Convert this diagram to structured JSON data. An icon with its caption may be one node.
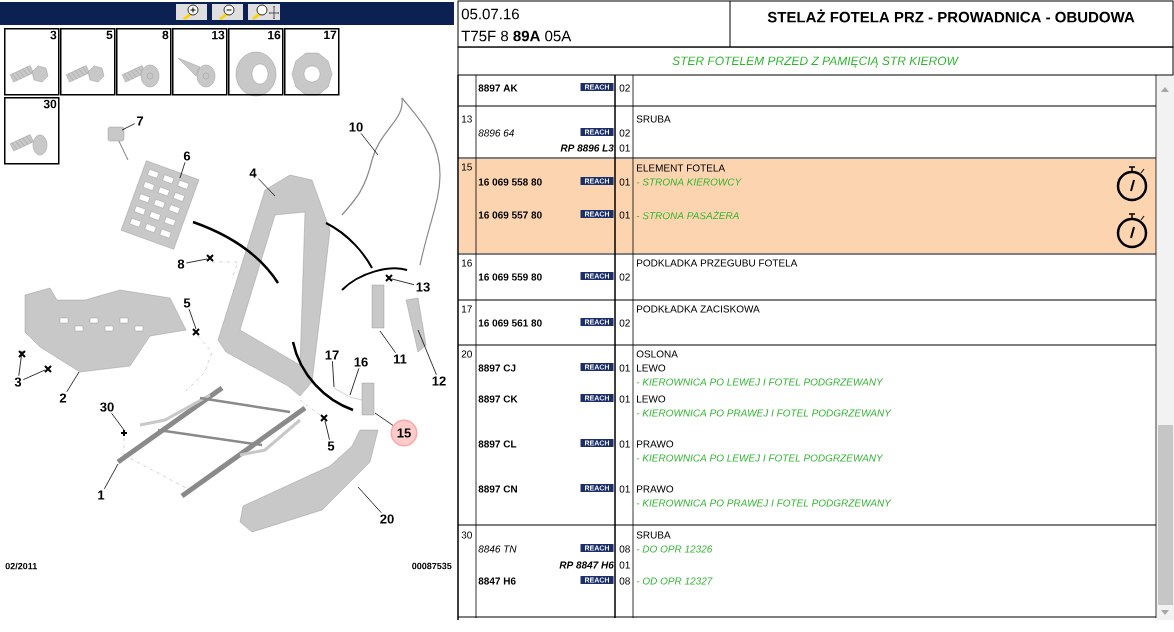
{
  "diagram": {
    "nodes": [
      {
        "text": [
          "3"
        ]
      },
      {
        "text": [
          "5"
        ]
      },
      {
        "text": [
          "8"
        ]
      },
      {
        "text": [
          "13"
        ]
      },
      {
        "text": [
          "16"
        ]
      },
      {
        "text": [
          "17"
        ]
      },
      {
        "text": [
          "30"
        ]
      },
      {
        "text": [
          "7"
        ]
      },
      {
        "text": [
          "6"
        ]
      },
      {
        "text": [
          "10"
        ]
      },
      {
        "text": [
          "4"
        ]
      },
      {
        "text": [
          "8"
        ]
      },
      {
        "text": [
          "5"
        ]
      },
      {
        "text": [
          "3"
        ]
      },
      {
        "text": [
          "2"
        ]
      },
      {
        "text": [
          "30"
        ]
      },
      {
        "text": [
          "1"
        ]
      },
      {
        "text": [
          "13"
        ]
      },
      {
        "text": [
          "11"
        ]
      },
      {
        "text": [
          "12"
        ]
      },
      {
        "text": [
          "17"
        ]
      },
      {
        "text": [
          "16"
        ]
      },
      {
        "text": [
          "15"
        ]
      },
      {
        "text": [
          "5"
        ]
      },
      {
        "text": [
          "20"
        ]
      }
    ],
    "edges": [
      {
        "from": 7,
        "to": null,
        "arrow": "none"
      },
      {
        "from": 8,
        "to": null,
        "arrow": "none"
      },
      {
        "from": 9,
        "to": null,
        "arrow": "none"
      },
      {
        "from": 10,
        "to": null,
        "arrow": "none"
      },
      {
        "from": 11,
        "to": null,
        "arrow": "none"
      },
      {
        "from": 12,
        "to": null,
        "arrow": "none"
      },
      {
        "from": 13,
        "to": null,
        "arrow": "none"
      },
      {
        "from": 13,
        "to": null,
        "arrow": "none"
      },
      {
        "from": 14,
        "to": null,
        "arrow": "none"
      },
      {
        "from": 15,
        "to": null,
        "arrow": "none"
      },
      {
        "from": 16,
        "to": null,
        "arrow": "none"
      },
      {
        "from": 17,
        "to": null,
        "arrow": "none"
      },
      {
        "from": 18,
        "to": null,
        "arrow": "none"
      },
      {
        "from": 19,
        "to": null,
        "arrow": "none"
      },
      {
        "from": 20,
        "to": null,
        "arrow": "none"
      },
      {
        "from": 21,
        "to": null,
        "arrow": "none"
      },
      {
        "from": 22,
        "to": null,
        "arrow": "none"
      },
      {
        "from": 23,
        "to": null,
        "arrow": "none"
      },
      {
        "from": 24,
        "to": null,
        "arrow": "none"
      }
    ],
    "labels": [
      "05.07.16",
      "T75F 8 **89A** 05A",
      "STELAŻ FOTELA PRZ - PROWADNICA - OBUDOWA",
      "STER FOTELEM PRZED Z PAMIĘCIĄ STR KIEROW",
      "8897 AK",
      "REACH",
      "02",
      "13",
      "SRUBA",
      "8896 64",
      "REACH",
      "02",
      "RP 8896 L3",
      "01",
      "15",
      "ELEMENT FOTELA",
      "16 069 558 80",
      "REACH",
      "01",
      "- STRONA KIEROWCY",
      "16 069 557 80",
      "REACH",
      "01",
      "- STRONA PASAŻERA",
      "16",
      "PODKLADKA PRZEGUBU FOTELA",
      "16 069 559 80",
      "REACH",
      "02",
      "17",
      "PODKŁADKA ZACISKOWA",
      "16 069 561 80",
      "REACH",
      "02",
      "20",
      "OSLONA",
      "8897 CJ",
      "REACH",
      "01",
      "LEWO",
      "- KIEROWNICA PO LEWEJ I FOTEL PODGRZEWANY",
      "8897 CK",
      "REACH",
      "01",
      "LEWO",
      "- KIEROWNICA PO PRAWEJ I FOTEL PODGRZEWANY",
      "8897 CL",
      "REACH",
      "01",
      "PRAWO",
      "- KIEROWNICA PO LEWEJ I FOTEL PODGRZEWANY",
      "8897 CN",
      "REACH",
      "01",
      "PRAWO",
      "- KIEROWNICA PO PRAWEJ I FOTEL PODGRZEWANY",
      "30",
      "SRUBA",
      "8846 TN",
      "REACH",
      "08",
      "- DO OPR 12326",
      "RP 8847 H6",
      "01",
      "8847 H6",
      "REACH",
      "08",
      "- OD OPR 12327",
      "02/2011",
      "00087535"
    ]
  }
}
